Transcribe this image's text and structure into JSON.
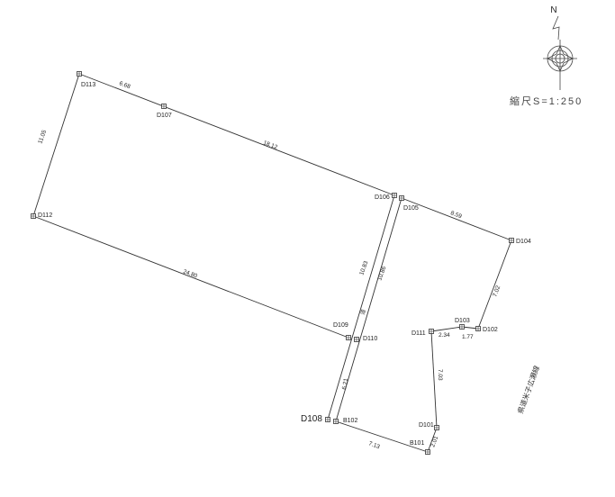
{
  "north_arrow": {
    "label": "N"
  },
  "scale": {
    "text": "縮尺S=1:250"
  },
  "road_label": "県道米子広瀬線",
  "strip_label": "道",
  "points": [
    "D113",
    "D107",
    "D106",
    "D105",
    "D104",
    "D102",
    "D103",
    "D111",
    "D101",
    "B101",
    "B102",
    "D108",
    "D109",
    "D110",
    "D112"
  ],
  "distances": [
    "6.68",
    "18.12",
    "11.05",
    "24.80",
    "10.83",
    "10.86",
    "8.59",
    "7.02",
    "2.34",
    "1.77",
    "7.03",
    "6.21",
    "7.13",
    "2.01"
  ]
}
